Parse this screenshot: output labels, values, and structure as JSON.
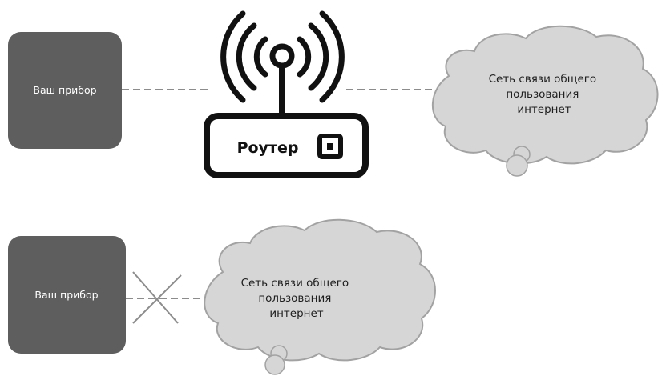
{
  "top": {
    "device_label": "Ваш прибор",
    "router_label": "Роутер",
    "network_lines": [
      "Сеть связи общего",
      "пользования",
      "интернет"
    ]
  },
  "bottom": {
    "device_label": "Ваш прибор",
    "network_lines": [
      "Сеть связи общего",
      "пользования",
      "интернет"
    ]
  },
  "colors": {
    "device_fill": "#5e5e5e",
    "cloud_fill": "#d6d6d6",
    "cloud_stroke": "#a2a2a2",
    "dash": "#8c8c8c",
    "router_ink": "#111111"
  }
}
